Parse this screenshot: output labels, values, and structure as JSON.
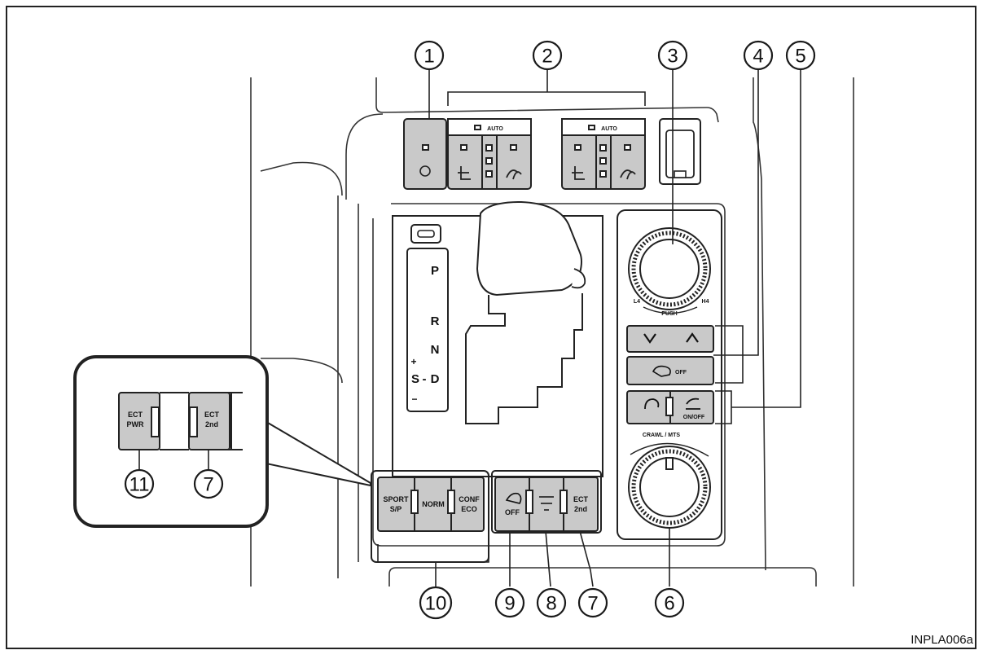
{
  "reference_code": "INPLA006a",
  "callouts": [
    "1",
    "2",
    "3",
    "4",
    "5",
    "6",
    "7",
    "8",
    "9",
    "10",
    "11"
  ],
  "gear_positions": [
    "P",
    "R",
    "N",
    "D"
  ],
  "shift_labels": {
    "sport": "S",
    "plus": "+",
    "minus": "−"
  },
  "seat_panel": {
    "auto": "AUTO"
  },
  "dial_top": {
    "left": "L4",
    "right": "H4",
    "center": "PUSH"
  },
  "dial_bottom": {
    "label": "CRAWL / MTS"
  },
  "buttons": {
    "off": "OFF",
    "on_off": "ON/OFF",
    "sport_top": "SPORT",
    "sport_bottom": "S/P",
    "norm": "NORM",
    "conf_top": "CONF",
    "conf_bottom": "ECO",
    "vsc_off": "OFF",
    "ect_top": "ECT",
    "ect_bottom": "2nd",
    "pwr_bottom": "PWR"
  }
}
